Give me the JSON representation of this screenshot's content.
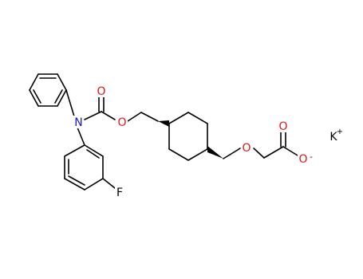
{
  "molecule": {
    "colors": {
      "bond": "#000000",
      "N": "#1a1ad6",
      "O": "#d61a1a",
      "F": "#000000",
      "K": "#000000"
    },
    "atoms": {
      "n1": "N",
      "o_carbonyl": "O",
      "o_ester": "O",
      "o_ether": "O",
      "o_acid_double": "O",
      "o_acid_single": "O",
      "f1": "F",
      "k1": "K"
    },
    "charges": {
      "o_minus": "-",
      "k_plus": "+"
    }
  }
}
